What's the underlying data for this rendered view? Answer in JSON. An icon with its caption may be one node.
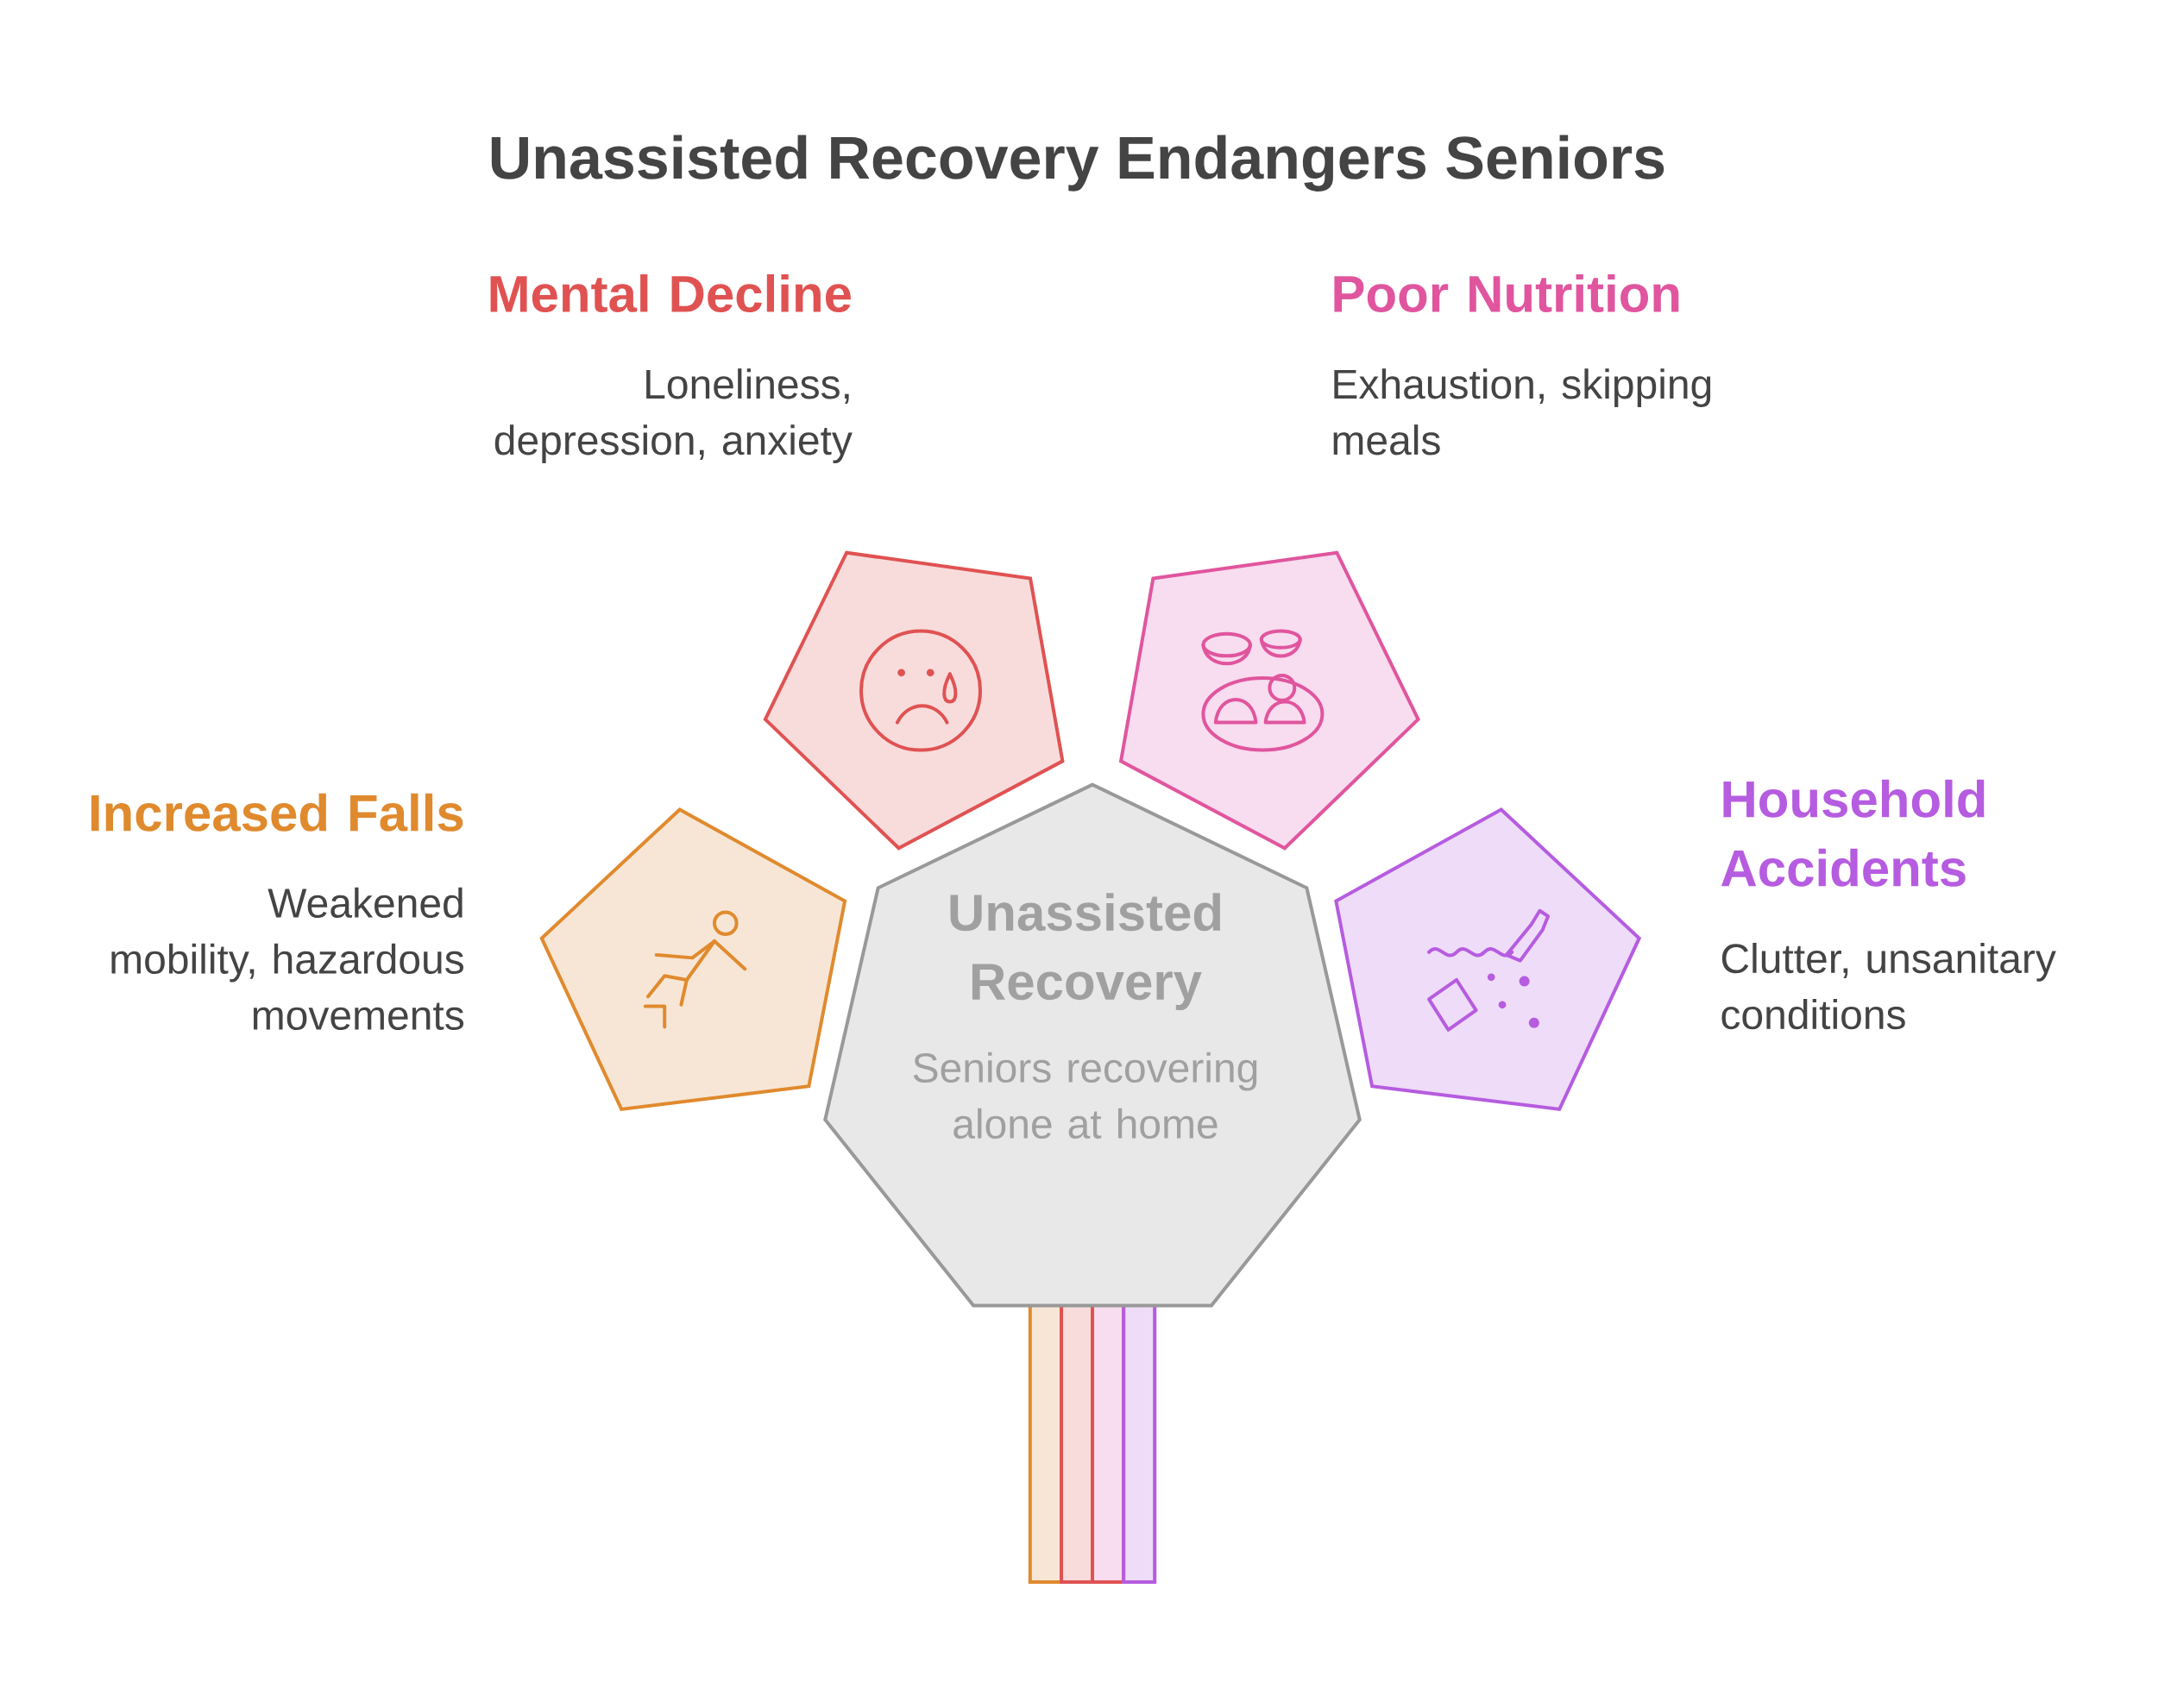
{
  "diagram": {
    "title": "Unassisted Recovery Endangers Seniors",
    "nodes": [
      {
        "text": [
          "Mental Decline",
          "Loneliness, depression, anxiety"
        ]
      },
      {
        "text": [
          "Poor Nutrition",
          "Exhaustion, skipping meals"
        ]
      },
      {
        "text": [
          "Increased Falls",
          "Weakened mobility, hazardous movements"
        ]
      },
      {
        "text": [
          "Household Accidents",
          "Clutter, unsanitary conditions"
        ]
      },
      {
        "text": [
          "Unassisted Recovery",
          "Seniors recovering alone at home"
        ]
      }
    ]
  }
}
